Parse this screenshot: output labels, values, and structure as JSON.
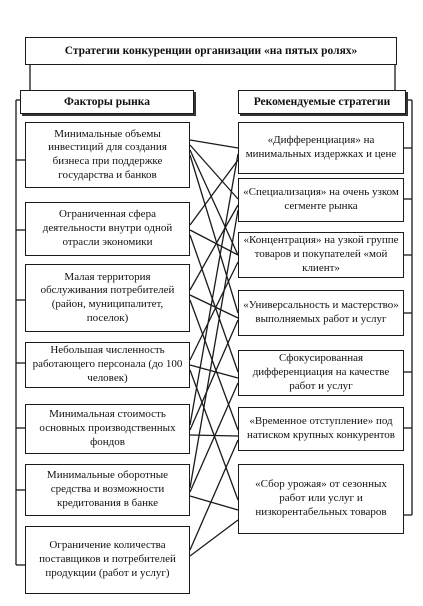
{
  "title": "Стратегии конкуренции организации «на пятых ролях»",
  "left_header": "Факторы рынка",
  "right_header": "Рекомендуемые стратегии",
  "factors": [
    "Минимальные объемы инвестиций для создания бизнеса при поддержке государства и банков",
    "Ограниченная сфера деятельности внутри одной отрасли экономики",
    "Малая территория обслуживания потребителей (район, муниципалитет, поселок)",
    "Небольшая численность работающего персонала (до 100 человек)",
    "Минимальная стоимость основных производственных фондов",
    "Минимальные оборотные средства и возможности кредитования в банке",
    "Ограничение количества поставщиков и потребителей продукции (работ и услуг)"
  ],
  "strategies": [
    "«Дифференциация» на минимальных издержках и цене",
    "«Специализация» на очень узком сегменте рынка",
    "«Концентрация» на узкой группе товаров и покупателей «мой клиент»",
    "«Универсальность и мастерство» выполняемых работ и услуг",
    "Сфокусированная дифференциация на качестве работ и услуг",
    "«Временное отступление» под натиском крупных конкурентов",
    "«Сбор урожая» от сезонных работ или услуг и низкорентабельных товаров"
  ]
}
